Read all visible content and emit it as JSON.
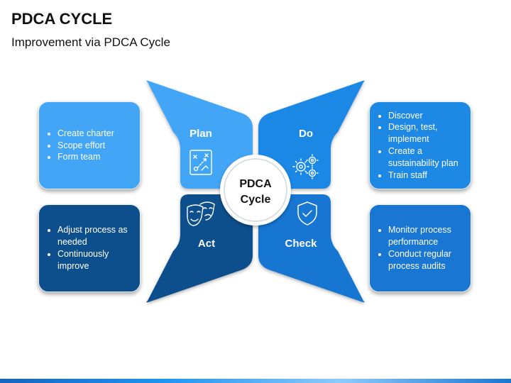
{
  "header": {
    "title": "PDCA CYCLE",
    "subtitle": "Improvement via PDCA Cycle"
  },
  "center": {
    "line1": "PDCA",
    "line2": "Cycle"
  },
  "petals": {
    "plan": {
      "label": "Plan",
      "color": "#42a5f5",
      "icon": "strategy-board-icon"
    },
    "do": {
      "label": "Do",
      "color": "#1e88e5",
      "icon": "gears-icon"
    },
    "act": {
      "label": "Act",
      "color": "#0d4f8c",
      "icon": "theater-masks-icon"
    },
    "check": {
      "label": "Check",
      "color": "#1976d2",
      "icon": "shield-check-icon"
    }
  },
  "boxes": {
    "plan": {
      "items": [
        "Create charter",
        "Scope effort",
        "Form team"
      ]
    },
    "do": {
      "items": [
        "Discover",
        "Design, test, implement",
        "Create a sustainability plan",
        "Train staff"
      ]
    },
    "act": {
      "items": [
        "Adjust process as needed",
        "Continuously improve"
      ]
    },
    "check": {
      "items": [
        "Monitor process performance",
        "Conduct regular process audits"
      ]
    }
  }
}
